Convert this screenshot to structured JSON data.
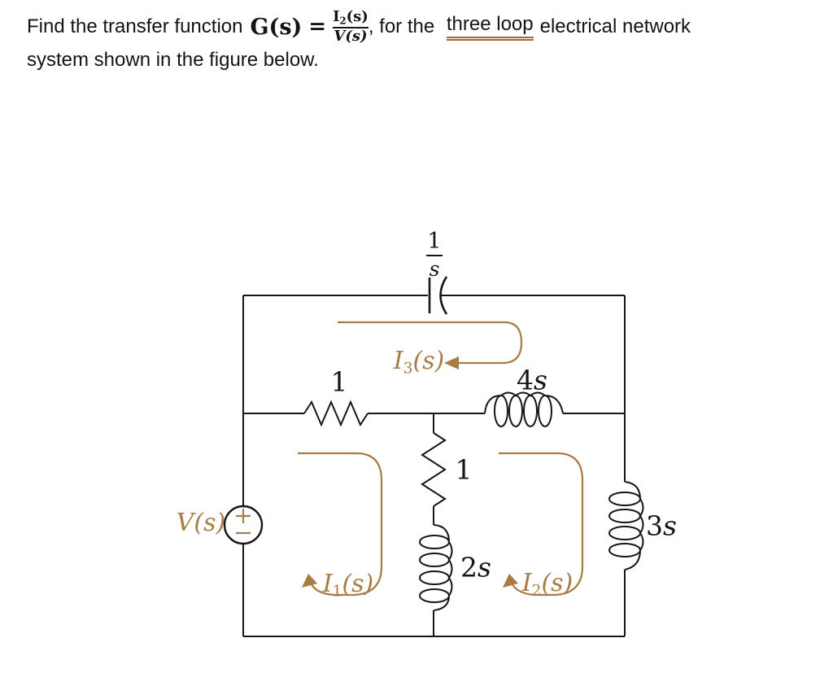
{
  "title": {
    "line1_prefix": "Find the transfer function",
    "formula": {
      "lhs": "G(s)",
      "eq": "=",
      "num_base": "I",
      "num_sub": "2",
      "num_rest": "(s)",
      "den": "V(s)"
    },
    "line1_mid": ", for the",
    "line1_underlined": "three loop",
    "line1_suffix": "electrical network",
    "line2": "system shown in the figure below."
  },
  "circuit": {
    "capacitor": {
      "num": "1",
      "den": "s"
    },
    "resistor_top": {
      "val": "1",
      "unit": ""
    },
    "inductor_top": {
      "val": "4",
      "unit": "s"
    },
    "resistor_mid": {
      "val": "1",
      "unit": ""
    },
    "inductor_mid": {
      "val": "2",
      "unit": "s"
    },
    "inductor_right": {
      "val": "3",
      "unit": "s"
    },
    "source_label": "V(s)",
    "source_polarity": {
      "plus": "+",
      "minus": "−"
    },
    "loops": {
      "i1": {
        "base": "I",
        "sub": "1",
        "rest": "(s)"
      },
      "i2": {
        "base": "I",
        "sub": "2",
        "rest": "(s)"
      },
      "i3": {
        "base": "I",
        "sub": "3",
        "rest": "(s)"
      }
    }
  },
  "colors": {
    "ink": "#161616",
    "loop_brown": "#a87c45",
    "underline_brown": "#b0623a"
  }
}
